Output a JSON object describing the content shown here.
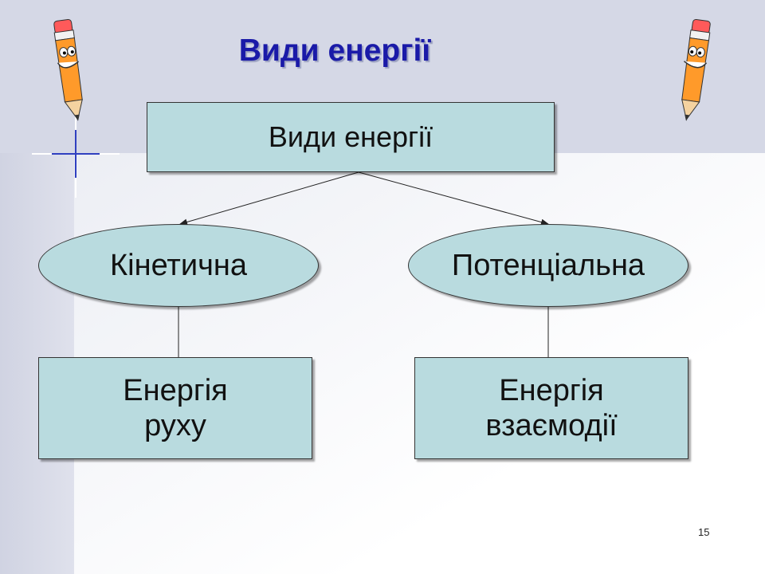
{
  "slide": {
    "title": "Види енергії",
    "page_number": "15"
  },
  "diagram": {
    "root": "Види енергії",
    "branches": [
      {
        "label": "Кінетична",
        "leaf_lines": [
          "Енергія",
          "руху"
        ]
      },
      {
        "label": "Потенціальна",
        "leaf_lines": [
          "Енергія",
          "взаємодії"
        ]
      }
    ]
  },
  "colors": {
    "node_fill": "#b9dbdf",
    "title": "#1a1aa8"
  }
}
